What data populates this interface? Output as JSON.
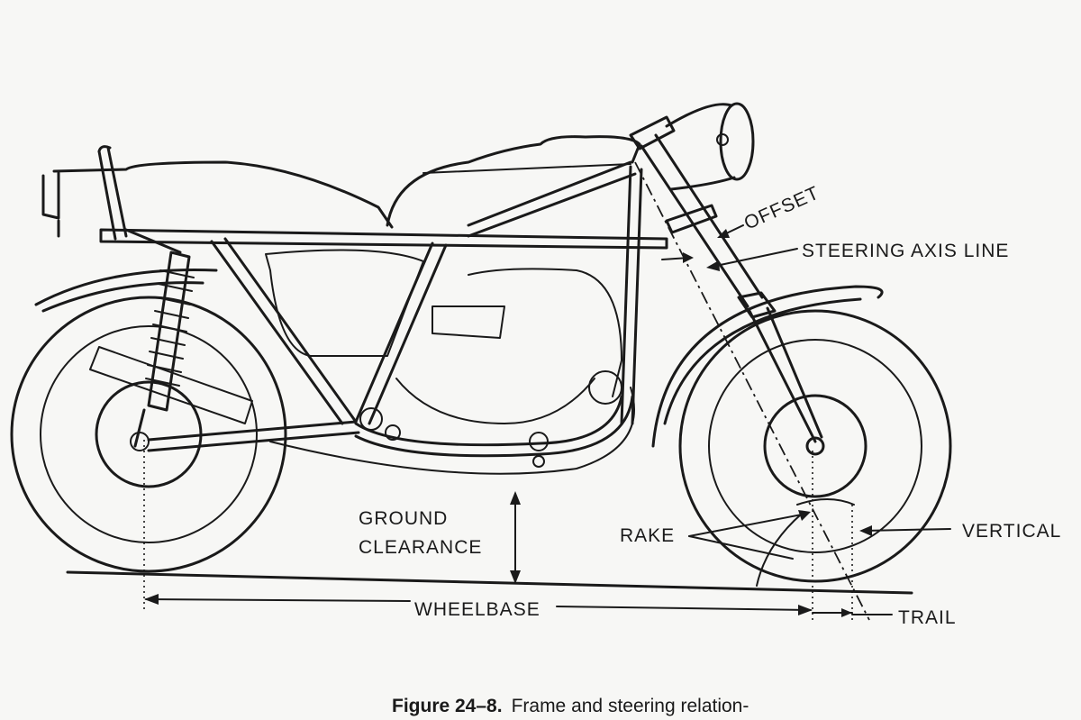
{
  "labels": {
    "offset": "OFFSET",
    "steering_axis_line": "STEERING AXIS LINE",
    "ground_clearance_line1": "GROUND",
    "ground_clearance_line2": "CLEARANCE",
    "rake": "RAKE",
    "vertical": "VERTICAL",
    "wheelbase": "WHEELBASE",
    "trail": "TRAIL"
  },
  "caption": {
    "figure": "Figure 24–8.",
    "text": "Frame and steering relation-"
  }
}
